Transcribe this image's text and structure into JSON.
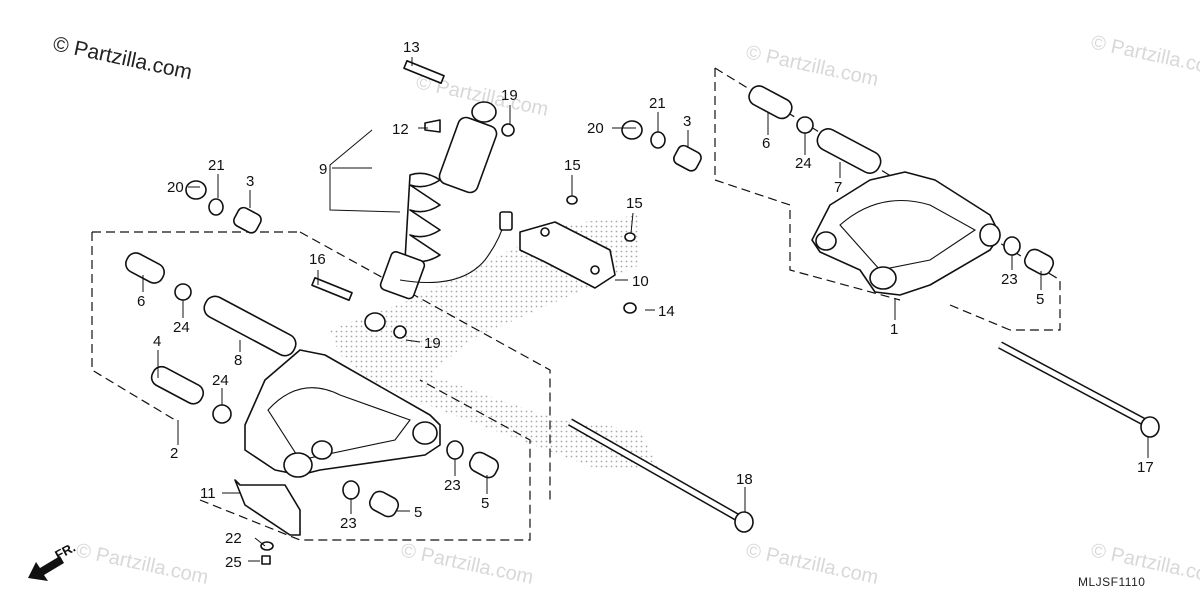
{
  "watermark": {
    "brand_text": "© Partzilla.com",
    "repeat_text": "© Partzilla.com"
  },
  "diagram_code": "MLJSF1110",
  "direction_label": "FR.",
  "callouts": {
    "c1": "1",
    "c2": "2",
    "c3a": "3",
    "c3b": "3",
    "c4": "4",
    "c5a": "5",
    "c5b": "5",
    "c5c": "5",
    "c6a": "6",
    "c6b": "6",
    "c7": "7",
    "c8": "8",
    "c9": "9",
    "c10": "10",
    "c11": "11",
    "c12": "12",
    "c13": "13",
    "c14": "14",
    "c15a": "15",
    "c15b": "15",
    "c16": "16",
    "c17": "17",
    "c18": "18",
    "c19a": "19",
    "c19b": "19",
    "c20a": "20",
    "c20b": "20",
    "c21a": "21",
    "c21b": "21",
    "c22": "22",
    "c23a": "23",
    "c23b": "23",
    "c23c": "23",
    "c24a": "24",
    "c24b": "24",
    "c24c": "24",
    "c25": "25"
  },
  "colors": {
    "line": "#111111",
    "watermark": "#d8d8d8",
    "background": "#ffffff"
  }
}
